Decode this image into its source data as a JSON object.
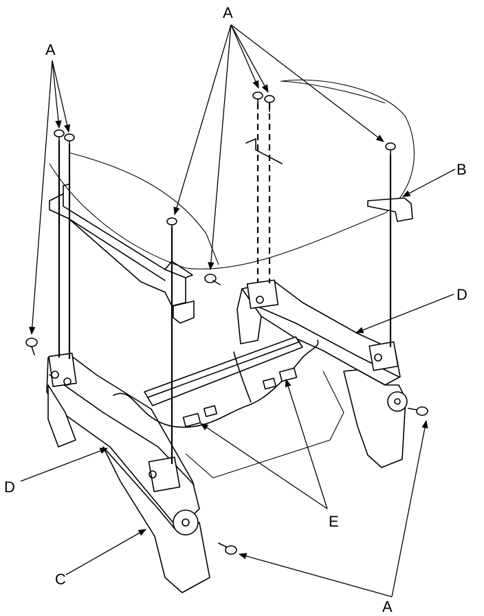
{
  "callouts": {
    "a_top": "A",
    "a_left": "A",
    "a_bottom": "A",
    "b": "B",
    "c": "C",
    "d_right": "D",
    "d_left": "D",
    "e": "E"
  }
}
